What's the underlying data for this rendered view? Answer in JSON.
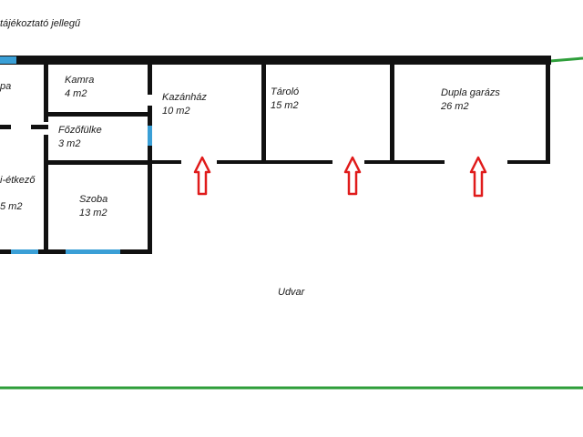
{
  "note": "tájékoztató jellegű",
  "rooms": [
    {
      "name": "pa",
      "area": ""
    },
    {
      "name": "Kamra",
      "area": "4 m2"
    },
    {
      "name": "Kazánház",
      "area": "10 m2"
    },
    {
      "name": "Tároló",
      "area": "15 m2"
    },
    {
      "name": "Dupla garázs",
      "area": "26 m2"
    },
    {
      "name": "Főzőfülke",
      "area": "3 m2"
    },
    {
      "name": "i-étkező",
      "area": "5 m2"
    },
    {
      "name": "Szoba",
      "area": "13 m2"
    }
  ],
  "yard": "Udvar",
  "colors": {
    "wall": "#111111",
    "window": "#3a9fd6",
    "boundary": "#2e9e3a",
    "arrow": "#e01b1b"
  }
}
